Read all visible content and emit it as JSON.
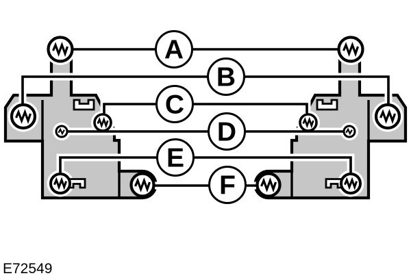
{
  "diagram": {
    "figure_id": "E72549",
    "callouts": [
      {
        "label": "A"
      },
      {
        "label": "B"
      },
      {
        "label": "C"
      },
      {
        "label": "D"
      },
      {
        "label": "E"
      },
      {
        "label": "F"
      }
    ],
    "colors": {
      "body_fill": "#c6c6c6",
      "outline": "#000000",
      "background": "#ffffff",
      "bulb_fill": "#ffffff"
    }
  }
}
